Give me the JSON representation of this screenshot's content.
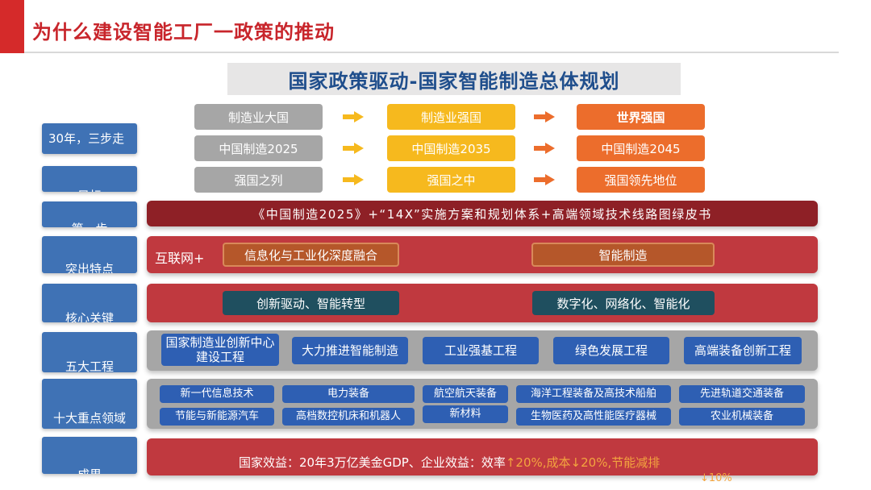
{
  "header": {
    "title": "为什么建设智能工厂一政策的推动"
  },
  "banner": {
    "title": "国家政策驱动-国家智能制造总体规划"
  },
  "roadmap": {
    "rows": [
      [
        "制造业大国",
        "制造业强国",
        "世界强国"
      ],
      [
        "中国制造2025",
        "中国制造2035",
        "中国制造2045"
      ],
      [
        "强国之列",
        "强国之中",
        "强国领先地位"
      ]
    ]
  },
  "sidebar": {
    "three_steps": "30年，三步走",
    "goal": "目标",
    "first_step": "第一步",
    "highlights": "突出特点",
    "core_key": "核心关键",
    "five_projects": "五大工程",
    "ten_fields": "十大重点领域",
    "results": "成果"
  },
  "first_step": {
    "text": "《中国制造2025》+“14X”实施方案和规划体系+高端领域技术线路图绿皮书"
  },
  "highlights": {
    "prefix": "互联网+",
    "items": [
      "信息化与工业化深度融合",
      "智能制造"
    ]
  },
  "core": {
    "items": [
      "创新驱动、智能转型",
      "数字化、网络化、智能化"
    ]
  },
  "projects": [
    "国家制造业创新中心建设工程",
    "大力推进智能制造",
    "工业强基工程",
    "绿色发展工程",
    "高端装备创新工程"
  ],
  "fields": {
    "row1": [
      "新一代信息技术",
      "电力装备",
      "航空航天装备",
      "海洋工程装备及高技术船舶",
      "先进轨道交通装备"
    ],
    "row2": [
      "节能与新能源汽车",
      "高档数控机床和机器人",
      "新材料",
      "生物医药及高性能医疗器械",
      "农业机械装备"
    ]
  },
  "results": {
    "main": "国家效益：20年3万亿美金GDP、企业效益：效率",
    "highlight": "↑20%,成本↓20%,节能减排",
    "tail": "↓10%"
  },
  "colors": {
    "accent": "#d52a2a",
    "title": "#c8252b",
    "banner_text": "#1f4e8c",
    "band_red": "#c0393f",
    "label_blue": "#3f72b5"
  }
}
